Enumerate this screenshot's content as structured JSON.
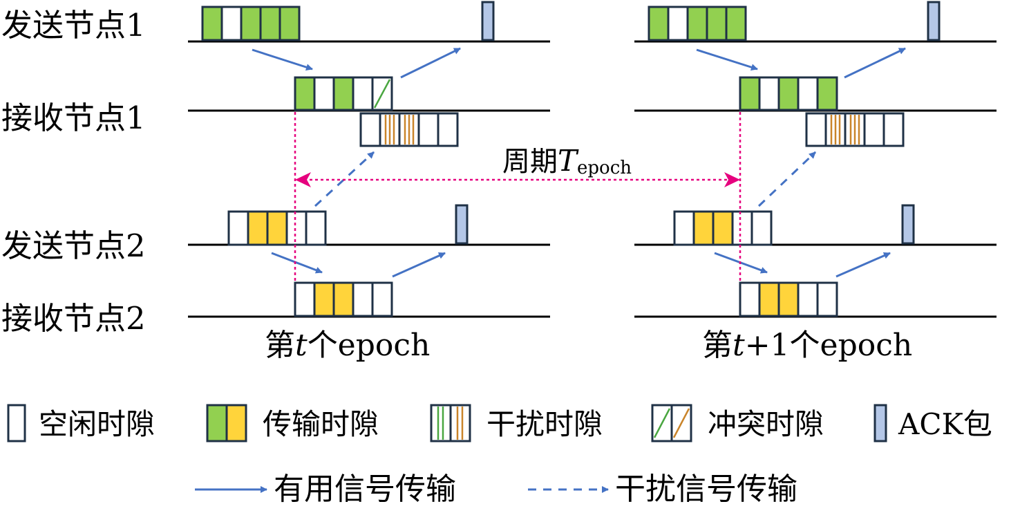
{
  "row_labels": [
    "发送节点1",
    "接收节点1",
    "发送节点2",
    "接收节点2"
  ],
  "period_label": {
    "main": "周期",
    "symbol": "T",
    "subscript": "epoch"
  },
  "epoch_labels": {
    "left": {
      "prefix": "第",
      "var": "t",
      "suffix": "个epoch"
    },
    "right": {
      "prefix": "第",
      "var": "t",
      "suffix": "+1个epoch"
    }
  },
  "legend": {
    "idle": "空闲时隙",
    "transmit": "传输时隙",
    "interference": "干扰时隙",
    "collision": "冲突时隙",
    "ack": "ACK包",
    "useful": "有用信号传输",
    "interf_signal": "干扰信号传输"
  },
  "colors": {
    "green": "#92d050",
    "yellow": "#ffd43b",
    "ack": "#b4c7e7",
    "border": "#1f3146",
    "arrow": "#4472c4",
    "period_arrow": "#e6007e",
    "interference_green": "#49a640",
    "interference_orange": "#c9842a"
  }
}
